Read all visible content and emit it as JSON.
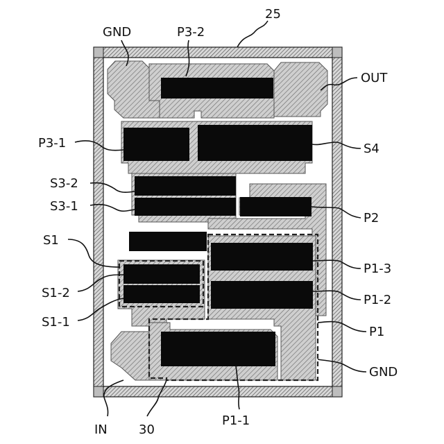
{
  "labels": {
    "gnd_top": "GND",
    "p3_2": "P3-2",
    "ref_25": "25",
    "out": "OUT",
    "p3_1": "P3-1",
    "s4": "S4",
    "s3_2": "S3-2",
    "s3_1": "S3-1",
    "p2": "P2",
    "s1": "S1",
    "p1_3": "P1-3",
    "s1_2": "S1-2",
    "p1_2": "P1-2",
    "s1_1": "S1-1",
    "p1": "P1",
    "gnd_bottom": "GND",
    "in": "IN",
    "ref_30": "30",
    "p1_1": "P1-1"
  }
}
